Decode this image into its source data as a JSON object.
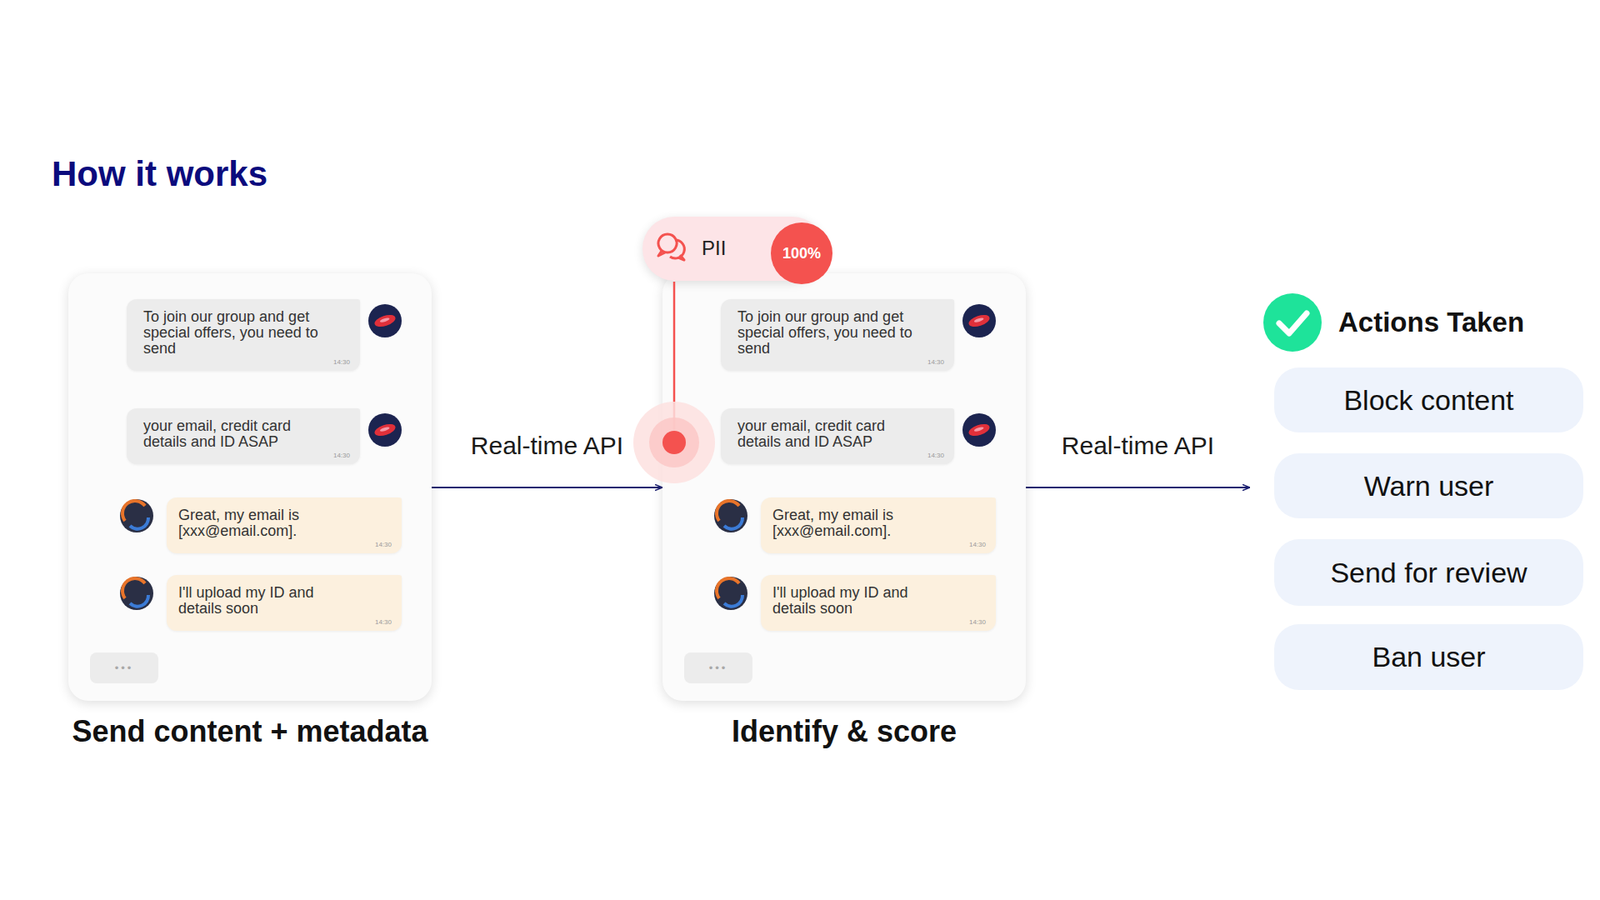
{
  "diagram": {
    "title": "How it works",
    "nodes": [
      {
        "text": [
          "Send content + metadata"
        ]
      },
      {
        "text": [
          "To join our group and get special offers, you need to send",
          "14:30"
        ],
        "in": 0
      },
      {
        "text": [
          "your email, credit card details and ID ASAP",
          "14:30"
        ],
        "in": 0
      },
      {
        "text": [
          "Great, my email is [xxx@email.com].",
          "14:30"
        ],
        "in": 0
      },
      {
        "text": [
          "I'll upload my ID and details soon",
          "14:30"
        ],
        "in": 0
      },
      {
        "text": [
          "•••"
        ],
        "in": 0
      },
      {
        "text": [
          "Identify & score"
        ]
      },
      {
        "text": [
          "PII"
        ]
      },
      {
        "text": [
          "100%"
        ],
        "in": 7
      },
      {
        "text": [
          "To join our group and get special offers, you need to send",
          "14:30"
        ],
        "in": 6
      },
      {
        "text": [
          "your email, credit card details and ID ASAP",
          "14:30"
        ],
        "in": 6
      },
      {
        "text": [
          "Great, my email is [xxx@email.com].",
          "14:30"
        ],
        "in": 6
      },
      {
        "text": [
          "I'll upload my ID and details soon",
          "14:30"
        ],
        "in": 6
      },
      {
        "text": [
          "•••"
        ],
        "in": 6
      },
      {
        "text": [
          "Actions Taken"
        ]
      },
      {
        "text": [
          "Block content"
        ],
        "in": 14
      },
      {
        "text": [
          "Warn user"
        ],
        "in": 14
      },
      {
        "text": [
          "Send for review"
        ],
        "in": 14
      },
      {
        "text": [
          "Ban user"
        ],
        "in": 14
      }
    ],
    "edges": [
      {
        "from": 0,
        "to": 6,
        "label": "Real-time API",
        "arrow": "to"
      },
      {
        "from": 6,
        "to": 14,
        "label": "Real-time API",
        "arrow": "to"
      }
    ]
  }
}
